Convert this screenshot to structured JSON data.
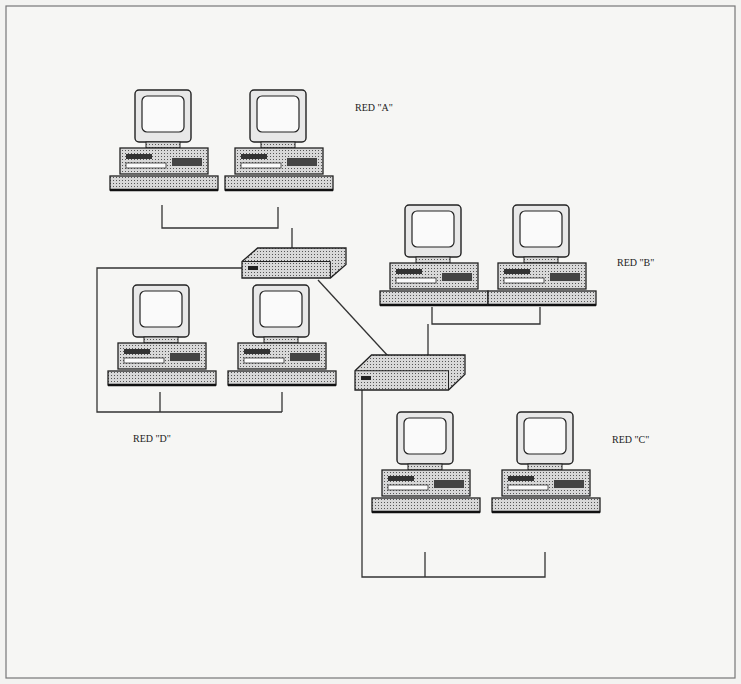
{
  "diagram": {
    "labels": [
      "RED \"A\"",
      "RED \"B\"",
      "RED \"D\"",
      "RED \"C\""
    ]
  }
}
